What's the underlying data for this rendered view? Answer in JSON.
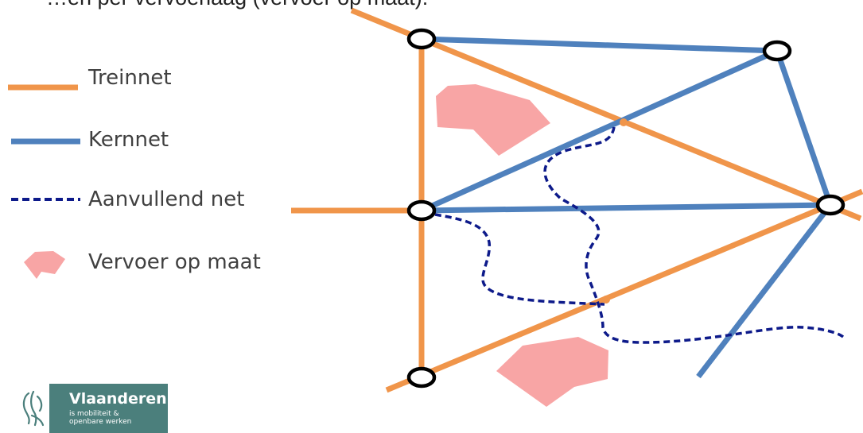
{
  "header": {
    "partial_text": "…en per vervoerlaag (vervoer op maat)."
  },
  "legend": [
    {
      "label": "Treinnet",
      "style": "solid",
      "color": "#f0954a"
    },
    {
      "label": "Kernnet",
      "style": "solid",
      "color": "#4f81bd"
    },
    {
      "label": "Aanvullend net",
      "style": "dashed",
      "color": "#0d1a8a"
    },
    {
      "label": "Vervoer op maat",
      "style": "area",
      "color": "#f8a5a5"
    }
  ],
  "logo": {
    "title": "Vlaanderen",
    "subtitle_line1": "is mobiliteit &",
    "subtitle_line2": "openbare werken",
    "icon": "flemish-lion-icon",
    "bg_color": "#4b7f7c"
  },
  "colors": {
    "train": "#f0954a",
    "core": "#4f81bd",
    "supplementary": "#0d1a8a",
    "on_demand": "#f8a5a5",
    "hub_stroke": "#000000"
  }
}
